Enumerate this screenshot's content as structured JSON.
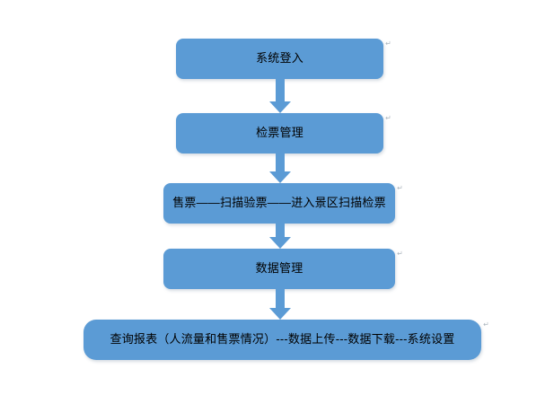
{
  "diagram": {
    "type": "vertical-flowchart",
    "background_color": "#FFFFFF",
    "node_fill_color": "#5B9BD5",
    "text_color": "#000000",
    "nodes": [
      {
        "id": "login",
        "label": "系统登入"
      },
      {
        "id": "ticket",
        "label": "检票管理"
      },
      {
        "id": "sales",
        "label": "售票——扫描验票——进入景区扫描检票"
      },
      {
        "id": "data",
        "label": "数据管理"
      },
      {
        "id": "report",
        "label": "查询报表（人流量和售票情况）---数据上传---数据下载---系统设置"
      }
    ],
    "connectors": [
      {
        "id": "arrow-1",
        "from": "login",
        "to": "ticket"
      },
      {
        "id": "arrow-2",
        "from": "ticket",
        "to": "sales"
      },
      {
        "id": "arrow-3",
        "from": "sales",
        "to": "data"
      },
      {
        "id": "arrow-4",
        "from": "data",
        "to": "report"
      }
    ],
    "pilcrow_mark": "↵"
  }
}
